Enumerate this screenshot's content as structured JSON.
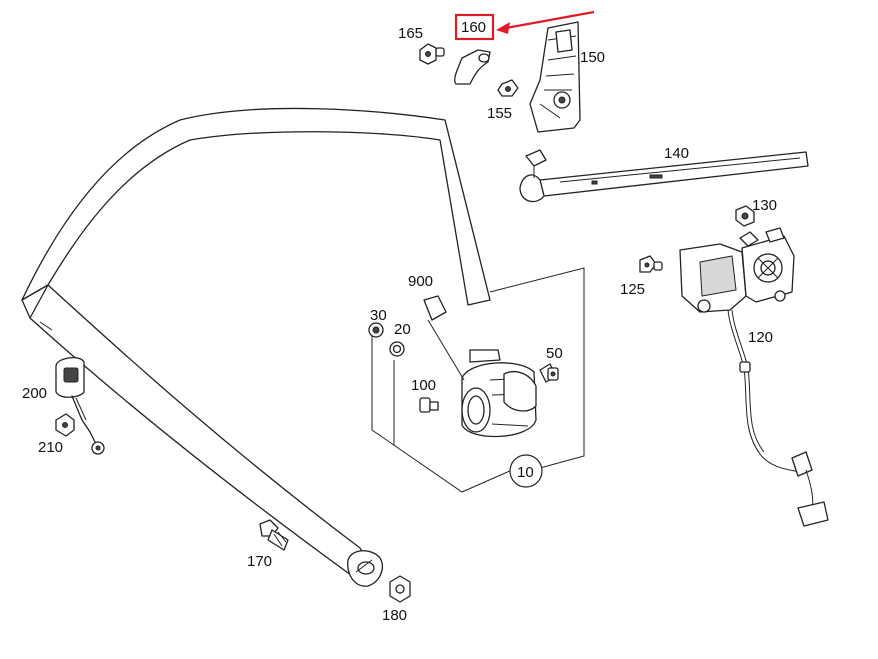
{
  "callouts": {
    "p10": "10",
    "p20": "20",
    "p30": "30",
    "p50": "50",
    "p100": "100",
    "p120": "120",
    "p125": "125",
    "p130": "130",
    "p140": "140",
    "p150": "150",
    "p155": "155",
    "p160": "160",
    "p165": "165",
    "p170": "170",
    "p180": "180",
    "p200": "200",
    "p210": "210",
    "p900": "900"
  },
  "highlight": {
    "part": "160",
    "box_color": "#e01b24",
    "arrow_color": "#e01b24"
  }
}
